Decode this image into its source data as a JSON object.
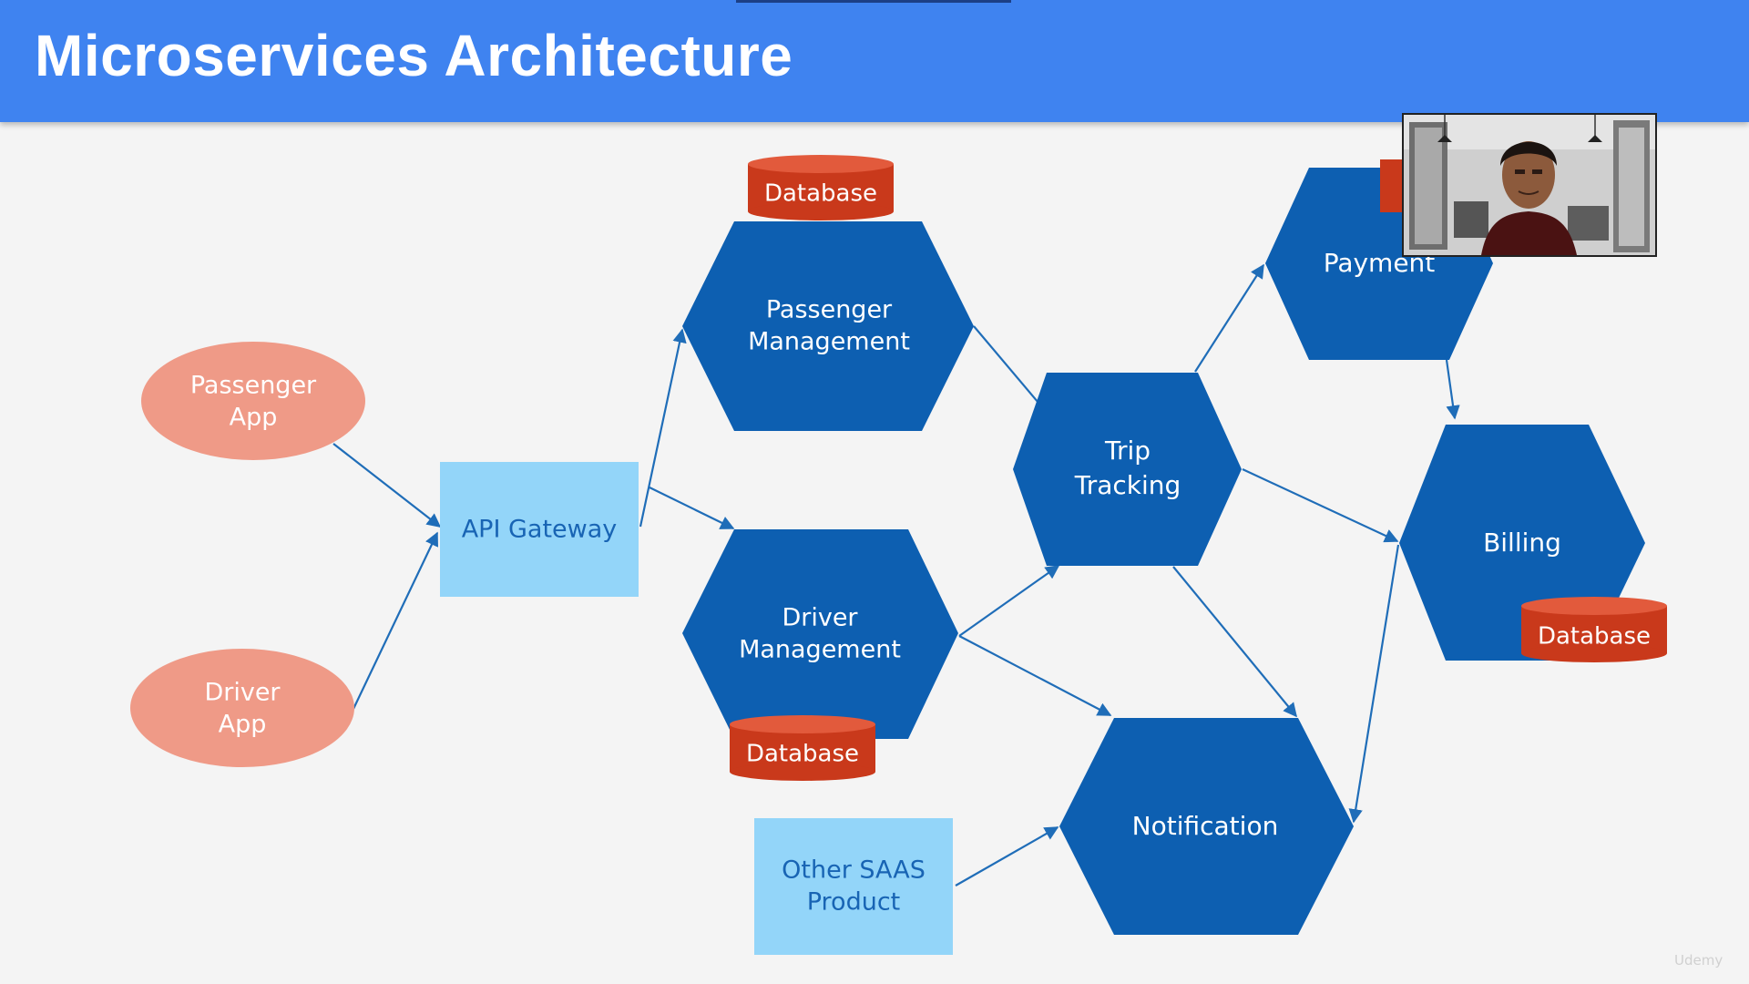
{
  "slide": {
    "title": "Microservices Architecture"
  },
  "diagram": {
    "clients": {
      "passenger_app": [
        "Passenger",
        "App"
      ],
      "driver_app": [
        "Driver",
        "App"
      ]
    },
    "gateway": "API Gateway",
    "external": [
      "Other SAAS",
      "Product"
    ],
    "services": {
      "passenger_management": [
        "Passenger",
        "Management"
      ],
      "driver_management": [
        "Driver",
        "Management"
      ],
      "trip_tracking": [
        "Trip",
        "Tracking"
      ],
      "payment": "Payment",
      "billing": "Billing",
      "notification": "Notification"
    },
    "database_label": "Database",
    "edges": [
      [
        "Passenger App",
        "API Gateway"
      ],
      [
        "Driver App",
        "API Gateway"
      ],
      [
        "API Gateway",
        "Passenger Management"
      ],
      [
        "API Gateway",
        "Driver Management"
      ],
      [
        "Passenger Management",
        "Trip Tracking"
      ],
      [
        "Driver Management",
        "Trip Tracking"
      ],
      [
        "Driver Management",
        "Notification"
      ],
      [
        "Trip Tracking",
        "Payment"
      ],
      [
        "Trip Tracking",
        "Billing"
      ],
      [
        "Trip Tracking",
        "Notification"
      ],
      [
        "Payment",
        "Billing"
      ],
      [
        "Billing",
        "Notification"
      ],
      [
        "Other SAAS Product",
        "Notification"
      ]
    ],
    "colors": {
      "client": "#ef9a87",
      "gateway": "#93d5f9",
      "service": "#0d5fb1",
      "database": "#c9391b",
      "arrow": "#1f6db8",
      "header": "#3f83f0"
    }
  },
  "video": {
    "icon": "presenter-webcam"
  },
  "watermark": "Udemy"
}
